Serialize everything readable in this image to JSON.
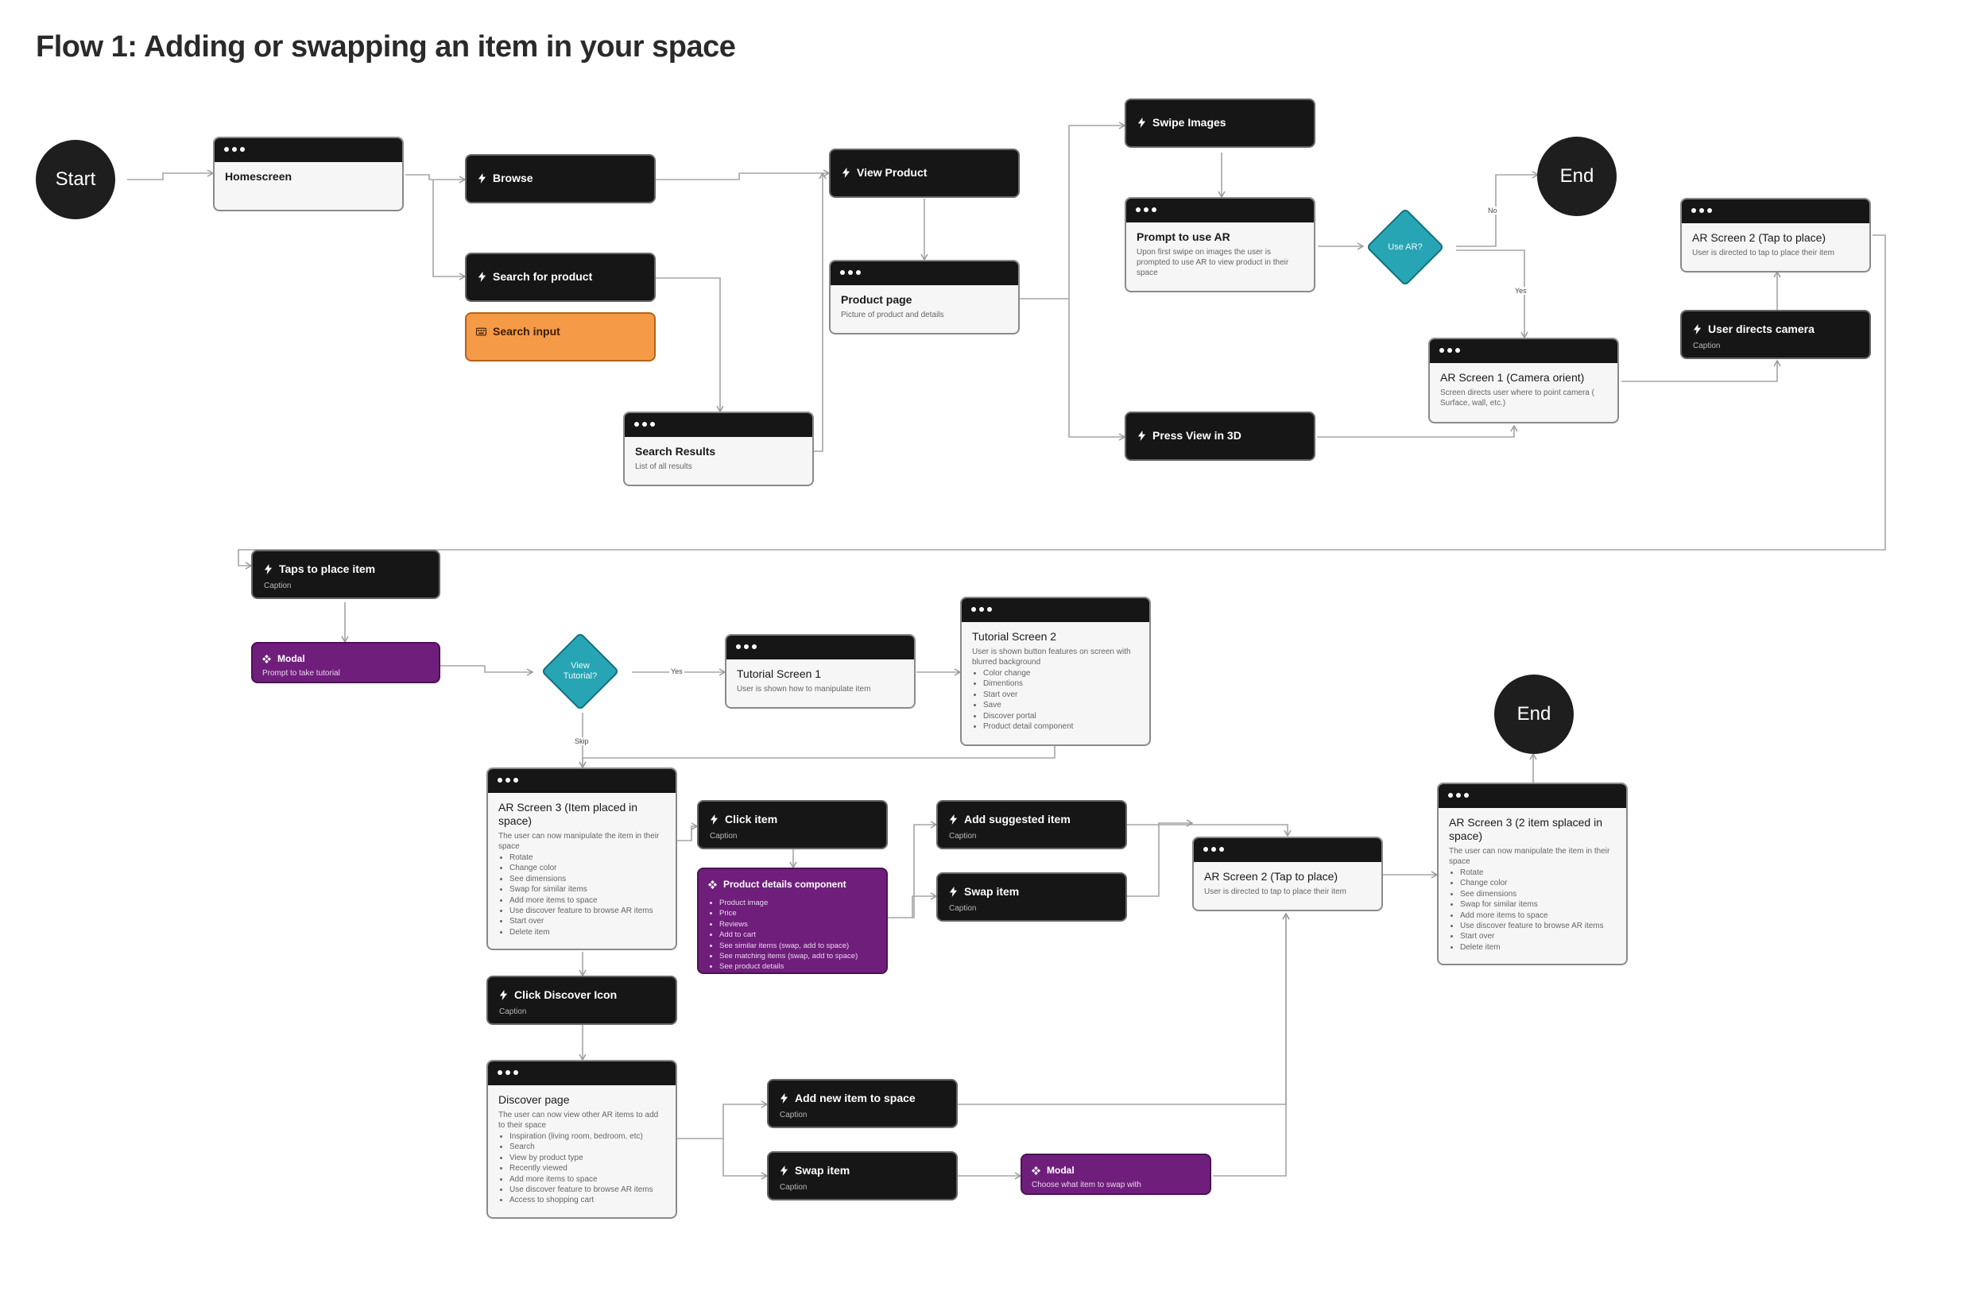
{
  "title": "Flow 1: Adding or swapping an item in your space",
  "terminals": {
    "start": "Start",
    "end_top": "End",
    "end_bottom": "End"
  },
  "edge_labels": {
    "no": "No",
    "yes_ar": "Yes",
    "yes_tutorial": "Yes",
    "skip": "Skip"
  },
  "nodes": {
    "homescreen": {
      "title": "Homescreen"
    },
    "browse": {
      "title": "Browse"
    },
    "search_for_product": {
      "title": "Search for product"
    },
    "search_input": {
      "title": "Search input"
    },
    "search_results": {
      "title": "Search Results",
      "desc": "List of all results"
    },
    "view_product": {
      "title": "View Product"
    },
    "product_page": {
      "title": "Product page",
      "desc": "Picture of product and details"
    },
    "swipe_images": {
      "title": "Swipe Images"
    },
    "prompt_ar": {
      "title": "Prompt to use AR",
      "desc": "Upon first swipe on images the user is prompted to use AR to view product in their space"
    },
    "use_ar": {
      "title": "Use AR?"
    },
    "press_view_3d": {
      "title": "Press View in 3D"
    },
    "ar_screen_1": {
      "title": "AR Screen 1 (Camera orient)",
      "desc": "Screen directs user where to point camera ( Surface, wall, etc.)"
    },
    "user_directs_camera": {
      "title": "User directs camera",
      "caption": "Caption"
    },
    "ar_screen_2_top": {
      "title": "AR Screen 2 (Tap to place)",
      "desc": "User is directed to tap to place their item"
    },
    "taps_to_place": {
      "title": "Taps to place item",
      "caption": "Caption"
    },
    "modal_tutorial": {
      "title": "Modal",
      "caption": "Prompt to take tutorial"
    },
    "view_tutorial": {
      "title": "View Tutorial?"
    },
    "tutorial_1": {
      "title": "Tutorial Screen 1",
      "desc": "User is shown how to manipulate item"
    },
    "tutorial_2": {
      "title": "Tutorial Screen 2",
      "desc": "User is shown button features on screen with blurred background",
      "items": [
        "Color change",
        "Dimentions",
        "Start over",
        "Save",
        "Discover portal",
        "Product detail component"
      ]
    },
    "ar_screen_3": {
      "title": "AR Screen 3 (Item placed in space)",
      "desc": "The user can now manipulate the item in their space",
      "items": [
        "Rotate",
        "Change color",
        "See dimensions",
        "Swap for similar items",
        "Add more items to space",
        "Use discover feature to browse AR items",
        "Start over",
        "Delete item"
      ]
    },
    "click_item": {
      "title": "Click item",
      "caption": "Caption"
    },
    "product_details_component": {
      "title": "Product details component",
      "items": [
        "Product image",
        "Price",
        "Reviews",
        "Add to cart",
        "See similar items (swap, add to space)",
        "See matching items (swap, add to space)",
        "See product details"
      ]
    },
    "add_suggested_item": {
      "title": "Add suggested item",
      "caption": "Caption"
    },
    "swap_item_mid": {
      "title": "Swap item",
      "caption": "Caption"
    },
    "ar_screen_2_bottom": {
      "title": "AR Screen 2 (Tap to place)",
      "desc": "User is directed to tap to place their item"
    },
    "ar_screen_3_two": {
      "title": "AR Screen 3 (2 item splaced in space)",
      "desc": "The user can now manipulate the item in their space",
      "items": [
        "Rotate",
        "Change color",
        "See dimensions",
        "Swap for similar items",
        "Add more items to space",
        "Use discover feature to browse AR items",
        "Start over",
        "Delete item"
      ]
    },
    "click_discover": {
      "title": "Click Discover Icon",
      "caption": "Caption"
    },
    "discover_page": {
      "title": "Discover page",
      "desc": "The user can now view other AR items to add to their space",
      "items": [
        "Inspiration (living room, bedroom, etc)",
        "Search",
        "View by product type",
        "Recently viewed",
        "Add more items to space",
        "Use discover feature to browse AR items",
        "Access to shopping cart"
      ]
    },
    "add_new_item": {
      "title": "Add new item to space",
      "caption": "Caption"
    },
    "swap_item_bottom": {
      "title": "Swap item",
      "caption": "Caption"
    },
    "modal_swap": {
      "title": "Modal",
      "caption": "Choose what item to swap with"
    }
  },
  "icons": {
    "action": "lightning-bolt-icon",
    "screen": "window-dots-icon",
    "component": "component-diamond-icon",
    "input": "keyboard-icon"
  },
  "colors": {
    "action": "#161616",
    "screen": "#f6f6f6",
    "decision": "#28a5b4",
    "component": "#6f1f7b",
    "input": "#f59a46",
    "terminal": "#1e1e1e",
    "connector": "#9a9a9a"
  }
}
